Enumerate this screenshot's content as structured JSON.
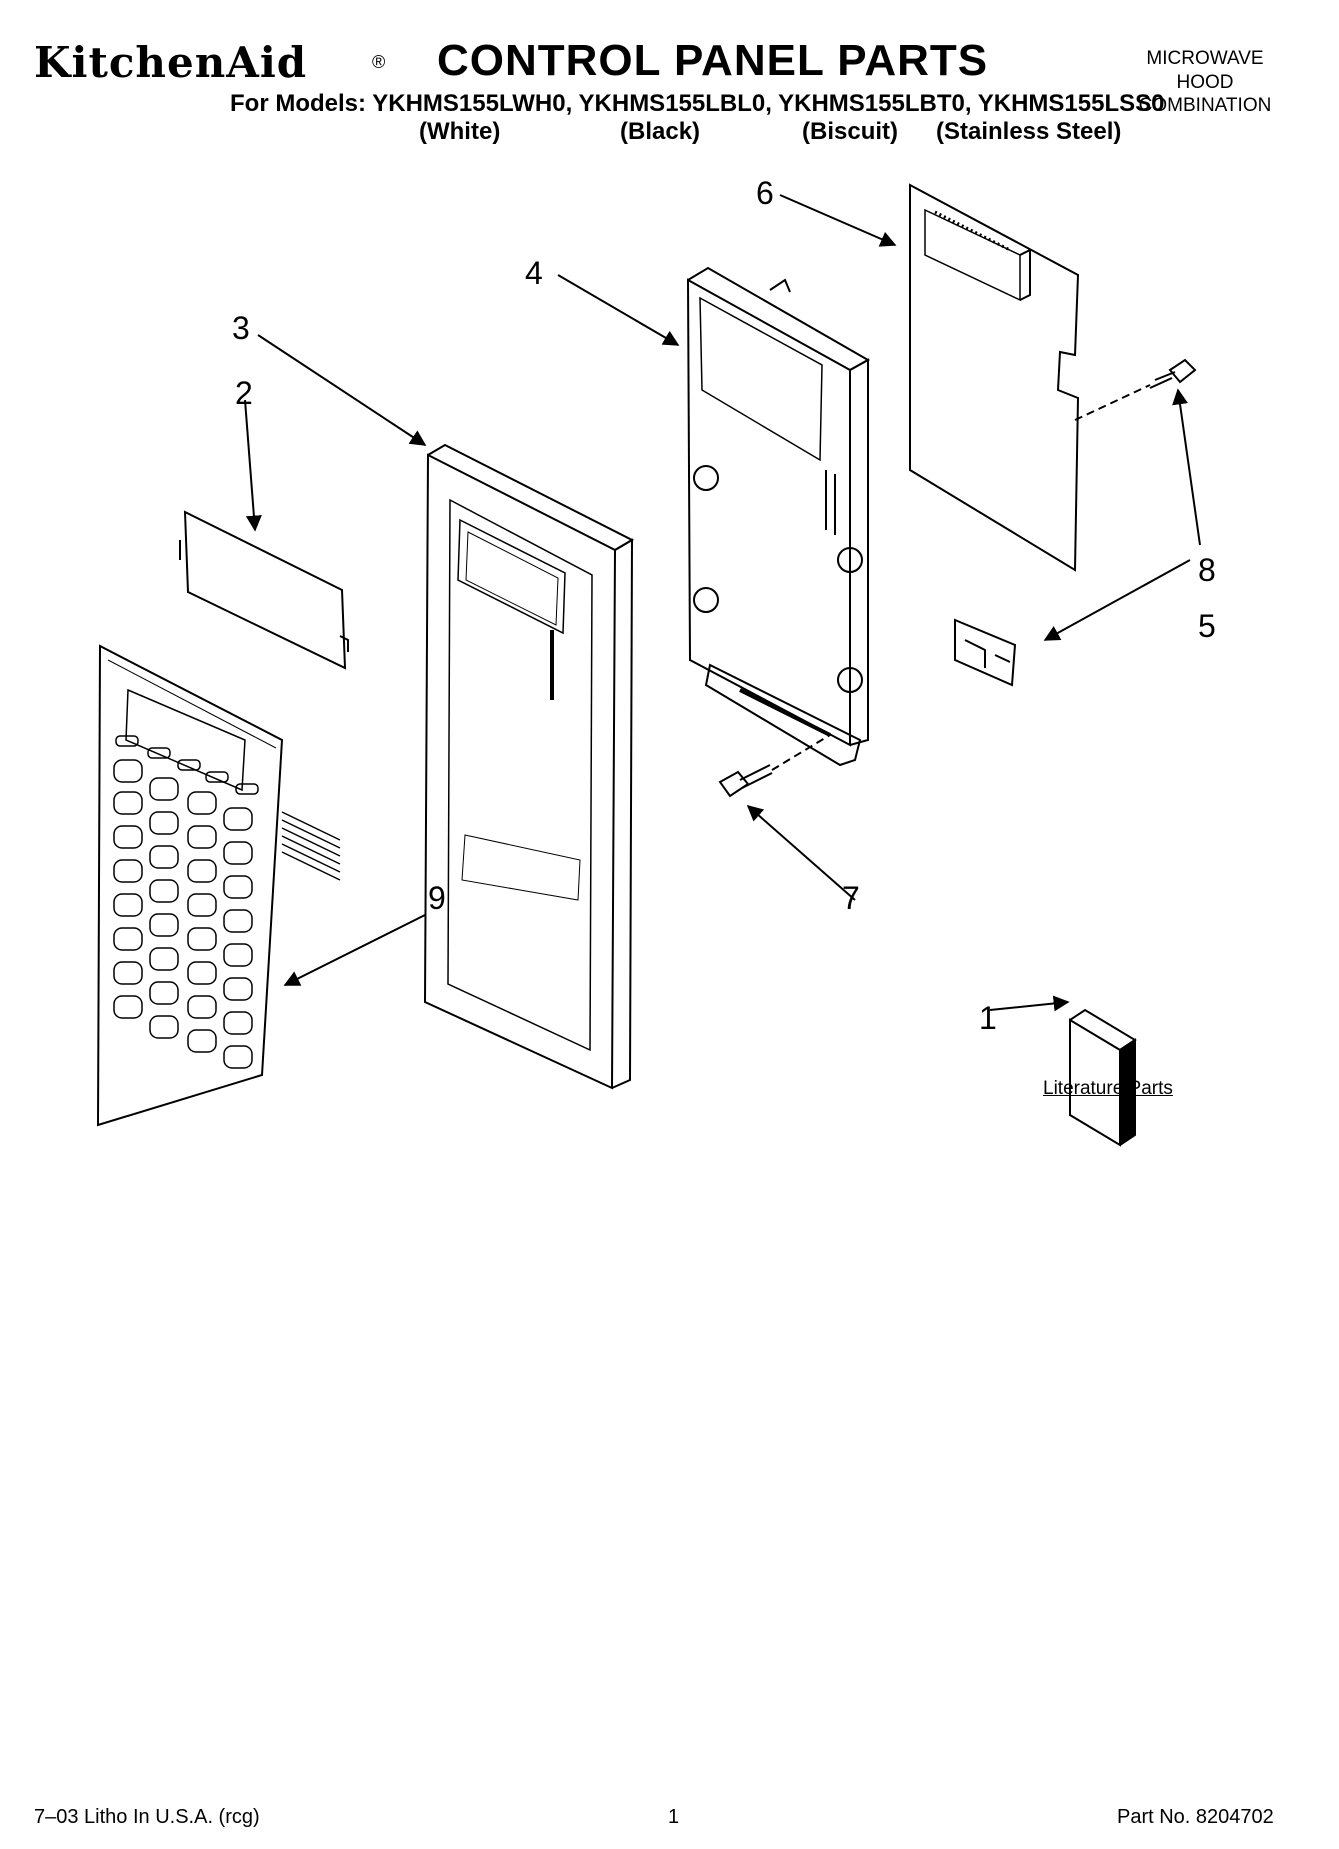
{
  "header": {
    "brand": "KitchenAid",
    "brand_mark": "®",
    "title": "CONTROL PANEL PARTS",
    "models_line": "For Models: YKHMS155LWH0, YKHMS155LBL0, YKHMS155LBT0, YKHMS155LSS0",
    "variants": [
      "(White)",
      "(Black)",
      "(Biscuit)",
      "(Stainless Steel)"
    ],
    "product_type": [
      "MICROWAVE",
      "HOOD",
      "COMBINATION"
    ]
  },
  "callouts": [
    "1",
    "2",
    "3",
    "4",
    "5",
    "6",
    "7",
    "8",
    "9"
  ],
  "literature_label": "Literature Parts",
  "footer": {
    "left": "7–03 Litho In U.S.A. (rcg)",
    "center": "1",
    "right": "Part No. 8204702"
  }
}
